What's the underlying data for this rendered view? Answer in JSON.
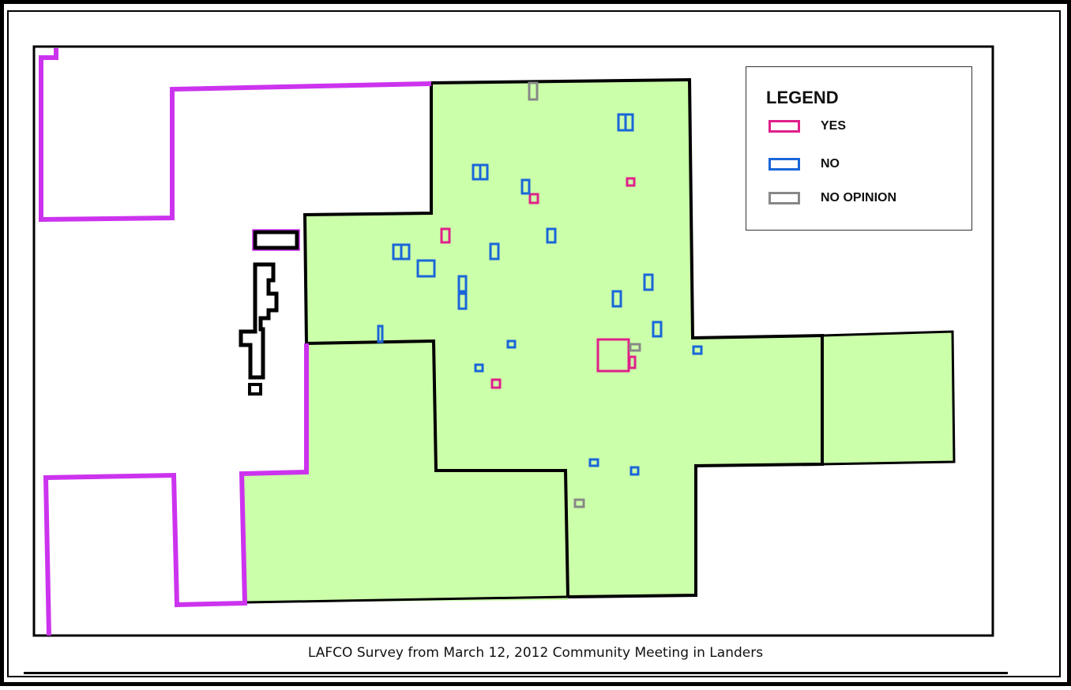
{
  "map": {
    "caption": "LAFCO  Survey from March 12, 2012 Community Meeting in Landers",
    "colors": {
      "study_area_fill": "#ccffaa",
      "boundary_purple": "#cc33ee",
      "parcel_outline": "#000000"
    }
  },
  "legend": {
    "title": "LEGEND",
    "items": [
      {
        "key": "yes",
        "label": "YES",
        "color": "#e0208a"
      },
      {
        "key": "no",
        "label": "NO",
        "color": "#1a66d9"
      },
      {
        "key": "no_opinion",
        "label": "NO OPINION",
        "color": "#888888"
      }
    ]
  },
  "responses": {
    "yes": 7,
    "no": 25,
    "no_opinion": 3
  }
}
